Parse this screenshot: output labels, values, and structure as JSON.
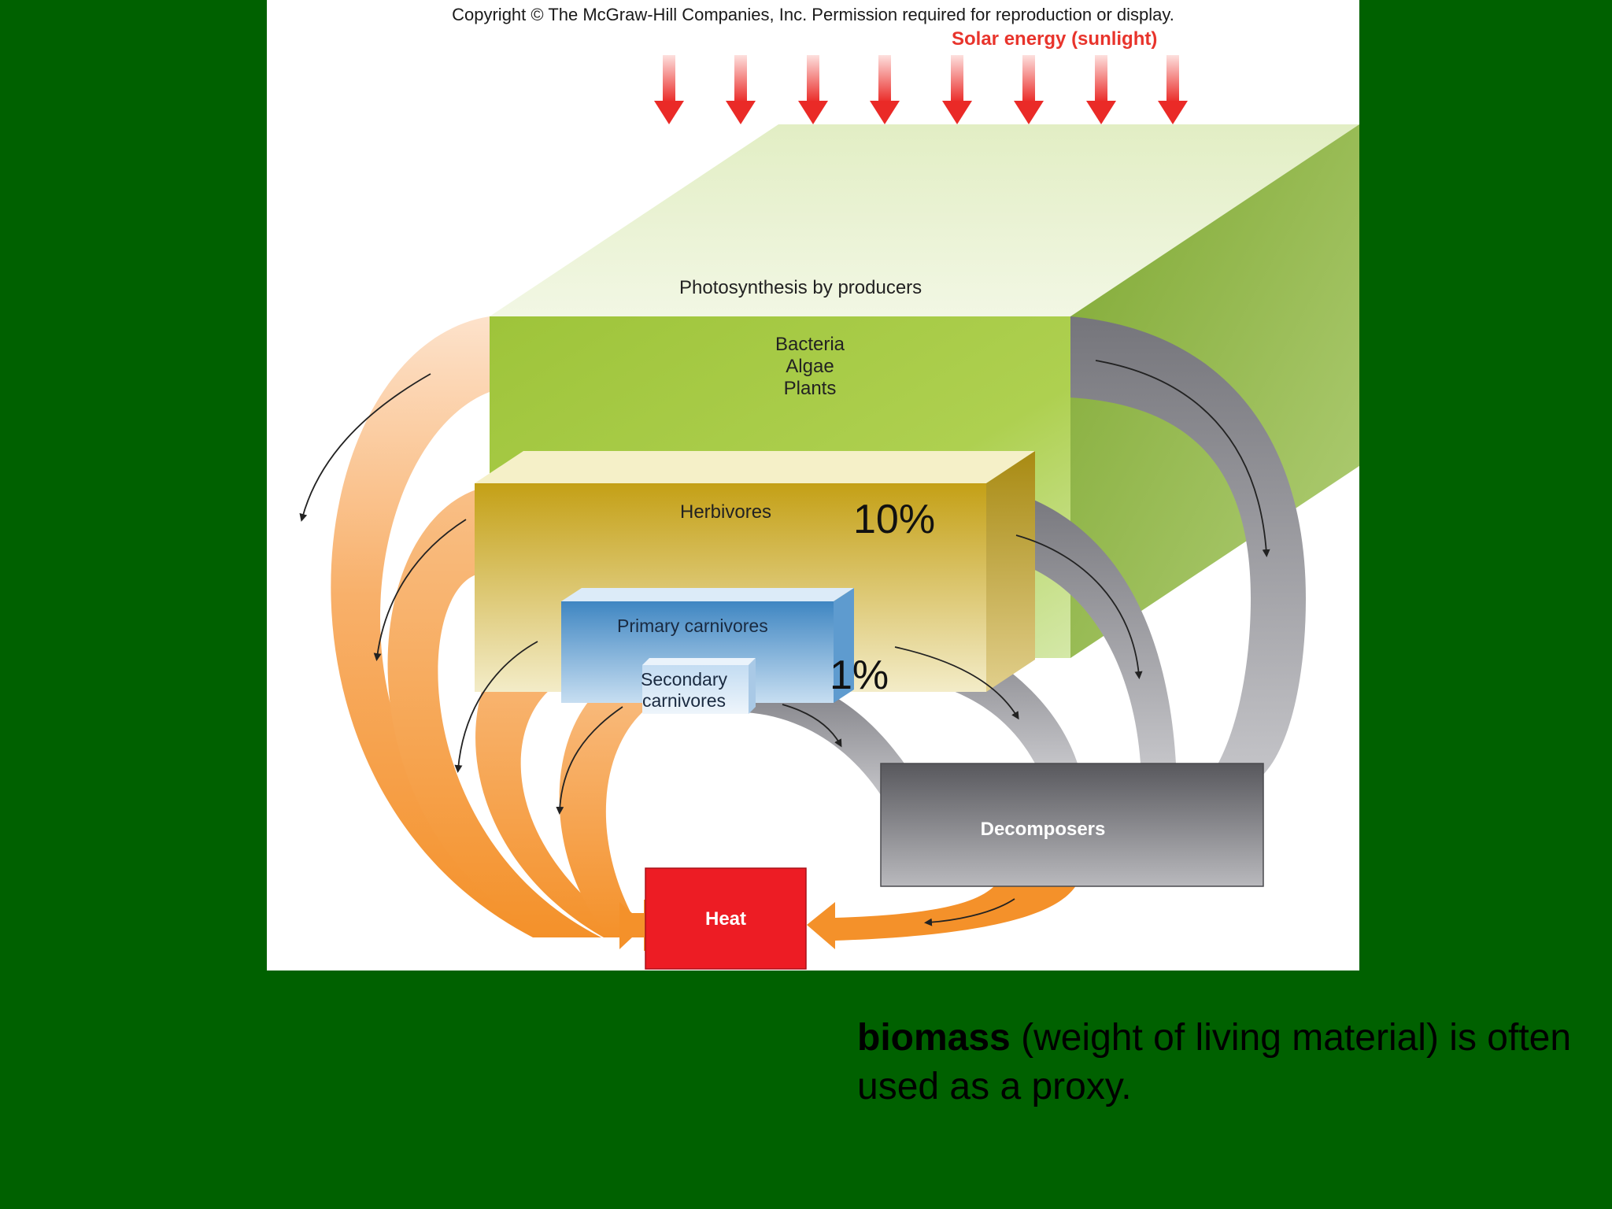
{
  "copyright": "Copyright © The McGraw-Hill Companies, Inc. Permission required for reproduction or display.",
  "solar_label": "Solar energy (sunlight)",
  "photosynthesis_label": "Photosynthesis by producers",
  "producers": [
    "Bacteria",
    "Algae",
    "Plants"
  ],
  "herbivores_label": "Herbivores",
  "primary_label": "Primary carnivores",
  "secondary_label": [
    "Secondary",
    "carnivores"
  ],
  "decomposers_label": "Decomposers",
  "heat_label": "Heat",
  "pct_herbivores": "10%",
  "pct_carnivores": "1%",
  "caption": {
    "bold": "biomass",
    "rest": " (weight of living material) is often used as a proxy."
  },
  "colors": {
    "background": "#006100",
    "producers": "#a4c93d",
    "herbivores": "#c9a21c",
    "primary": "#4a8cc4",
    "secondary": "#cfe3f5",
    "decomposers": "#6b6b70",
    "heat": "#ed1c24",
    "heat_flow": "#f39a2e",
    "decomp_flow": "#808086",
    "solar": "#e8342c"
  }
}
